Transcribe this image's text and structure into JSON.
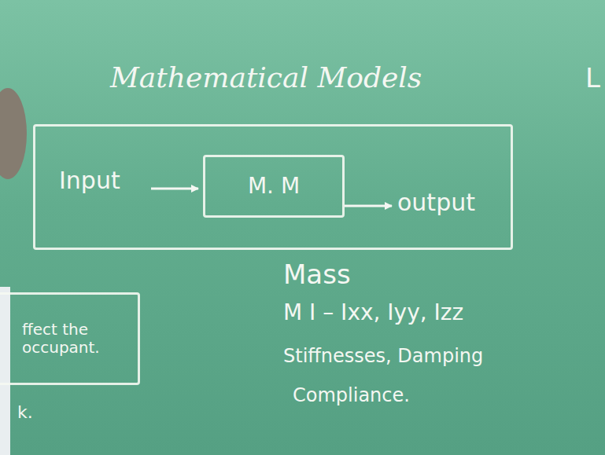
{
  "diagram": {
    "title": "Mathematical Models",
    "nodes": [
      {
        "text": [
          "Input",
          "output"
        ]
      },
      {
        "text": [
          "M. M"
        ],
        "in": 0
      },
      {
        "text": [
          "ffect the occupant."
        ]
      }
    ],
    "labels": [
      "Mass",
      "M I – Ixx, Iyy, Izz",
      "Stiffnesses, Damping",
      "Compliance.",
      "k.",
      "L"
    ]
  }
}
